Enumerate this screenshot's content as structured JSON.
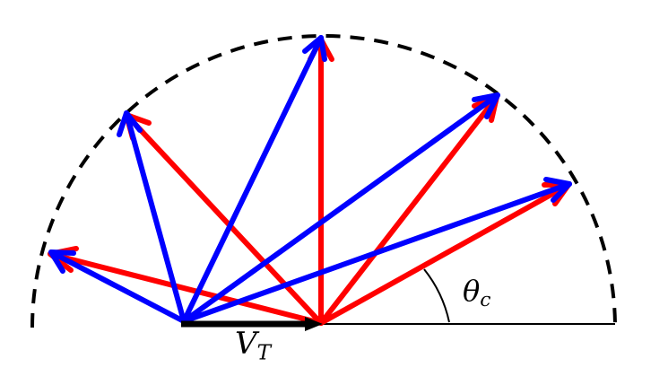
{
  "labels": {
    "velocity": {
      "symbol": "V",
      "subscript": "T"
    },
    "angle": {
      "symbol": "θ",
      "subscript": "c"
    }
  },
  "colors": {
    "blue_arrows": "#0000ff",
    "red_arrows": "#ff0000",
    "velocity_arrow": "#000000",
    "circle": "#000000",
    "baseline": "#000000"
  }
}
